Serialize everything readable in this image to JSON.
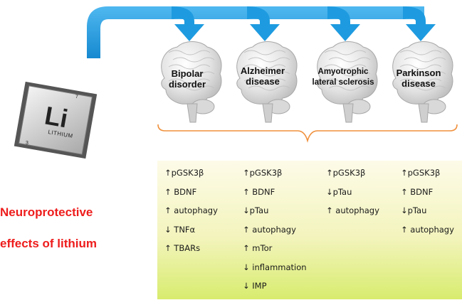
{
  "title": {
    "line1": "Neuroprotective",
    "line2": "effects of lithium"
  },
  "element_tile": {
    "symbol": "Li",
    "name": "LITHIUM",
    "number_top": "7",
    "number_bottom": "3"
  },
  "diseases": [
    {
      "line1": "Bipolar",
      "line2": "disorder",
      "effects": [
        "↑pGSK3β",
        "↑ BDNF",
        "↑ autophagy",
        "↓ TNFα",
        "↑ TBARs"
      ]
    },
    {
      "line1": "Alzheimer",
      "line2": "disease",
      "effects": [
        "↑pGSK3β",
        "↑ BDNF",
        "↓pTau",
        "↑ autophagy",
        "↑ mTor",
        "↓ inflammation",
        "↓ IMP"
      ]
    },
    {
      "line1": "Amyotrophic",
      "line2": "lateral sclerosis",
      "effects": [
        "↑pGSK3β",
        "↓pTau",
        "↑ autophagy"
      ]
    },
    {
      "line1": "Parkinson",
      "line2": "disease",
      "effects": [
        "↑pGSK3β",
        "↑ BDNF",
        "↓pTau",
        "↑ autophagy"
      ]
    }
  ],
  "colors": {
    "arrow": "#1e9be0",
    "bracket": "#f0903c",
    "title": "#ee1c1c",
    "brain": "#d9d9d9"
  }
}
